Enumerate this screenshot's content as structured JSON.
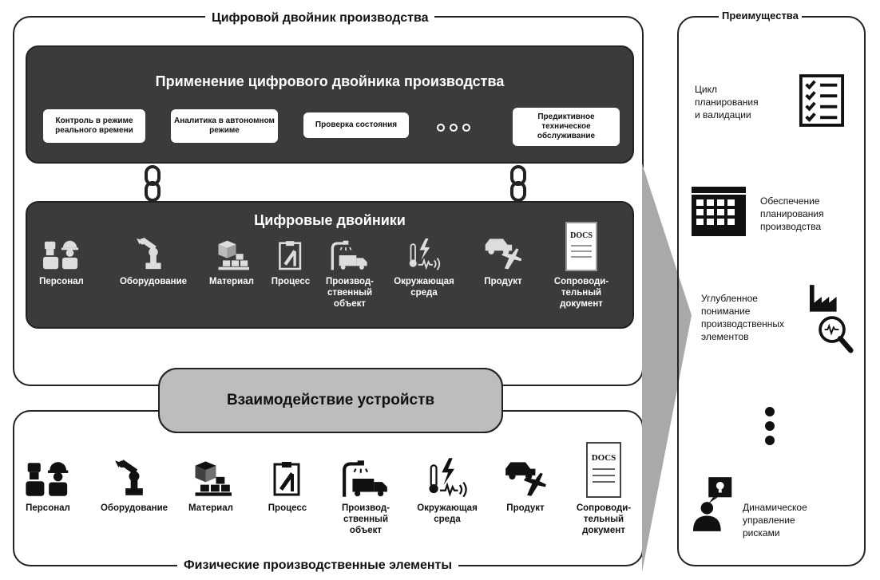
{
  "digital_twin_frame": {
    "title": "Цифровой двойник производства"
  },
  "application": {
    "title": "Применение цифрового двойника производства",
    "boxes": [
      "Контроль в режиме реального времени",
      "Аналитика в автономном режиме",
      "Проверка состояния",
      "Предиктивное техническое обслуживание"
    ]
  },
  "digital_twins": {
    "title": "Цифровые двойники",
    "items": [
      {
        "label": "Персонал",
        "icon": "workers-icon"
      },
      {
        "label": "Оборудование",
        "icon": "robot-arm-icon"
      },
      {
        "label": "Материал",
        "icon": "boxes-icon"
      },
      {
        "label": "Процесс",
        "icon": "clipboard-tools-icon"
      },
      {
        "label": "Производ-\nственный\nобъект",
        "icon": "facility-truck-icon"
      },
      {
        "label": "Окружающая\nсреда",
        "icon": "environment-icon"
      },
      {
        "label": "Продукт",
        "icon": "car-plane-icon"
      },
      {
        "label": "Сопроводи-\nтельный\nдокумент",
        "icon": "docs-icon"
      }
    ]
  },
  "interaction": {
    "label": "Взаимодействие устройств"
  },
  "physical": {
    "title": "Физические производственные элементы",
    "items": [
      {
        "label": "Персонал",
        "icon": "workers-icon"
      },
      {
        "label": "Оборудование",
        "icon": "robot-arm-icon"
      },
      {
        "label": "Материал",
        "icon": "boxes-icon"
      },
      {
        "label": "Процесс",
        "icon": "clipboard-tools-icon"
      },
      {
        "label": "Производ-\nственный\nобъект",
        "icon": "facility-truck-icon"
      },
      {
        "label": "Окружающая\nсреда",
        "icon": "environment-icon"
      },
      {
        "label": "Продукт",
        "icon": "car-plane-icon"
      },
      {
        "label": "Сопроводи-\nтельный\nдокумент",
        "icon": "docs-icon"
      }
    ]
  },
  "docs_text": "DOCS",
  "advantages": {
    "title": "Преимущества",
    "items": [
      {
        "label": "Цикл\nпланирования\nи валидации",
        "icon": "checklist-icon"
      },
      {
        "label": "Обеспечение\nпланирования\nпроизводства",
        "icon": "calendar-icon"
      },
      {
        "label": "Углубленное\nпонимание\nпроизводственных\nэлементов",
        "icon": "factory-magnifier-icon"
      },
      {
        "label": "Динамическое\nуправление\nрисками",
        "icon": "person-idea-icon"
      }
    ]
  }
}
